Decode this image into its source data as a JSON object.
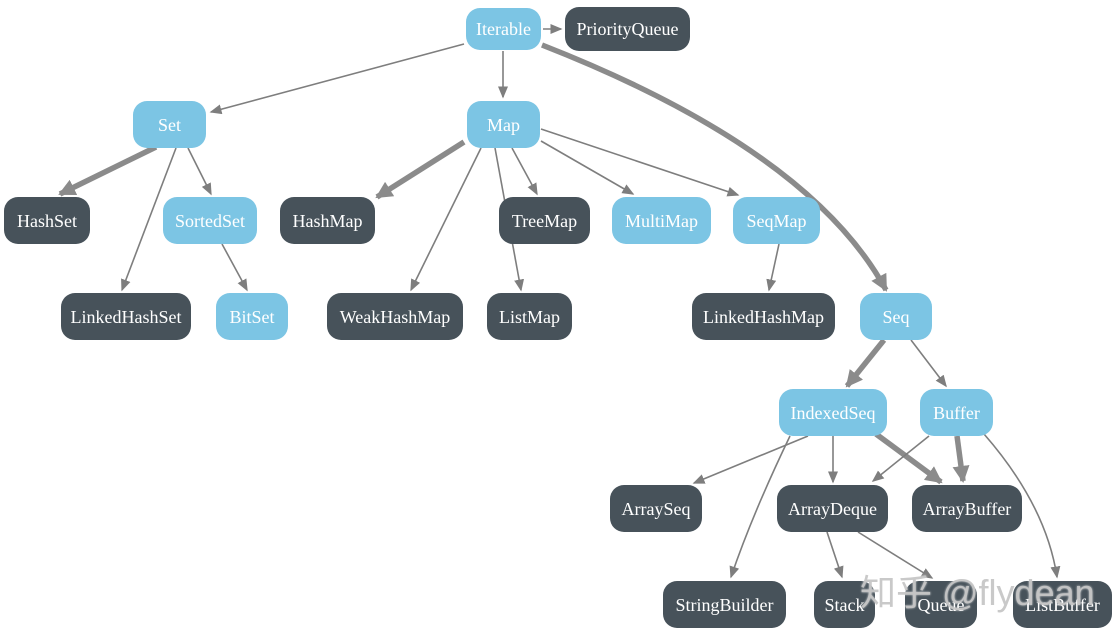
{
  "diagram": {
    "watermark": "知乎 @flydean",
    "colors": {
      "primary": "#7cc5e4",
      "dark": "#47525a",
      "edge": "#7e7e7e",
      "edge_thick": "#8b8b8b",
      "text": "#ffffff",
      "watermark": "#c4c4c4"
    },
    "nodes": [
      {
        "id": "Iterable",
        "label": "Iterable",
        "style": "primary"
      },
      {
        "id": "PriorityQueue",
        "label": "PriorityQueue",
        "style": "dark"
      },
      {
        "id": "Set",
        "label": "Set",
        "style": "primary"
      },
      {
        "id": "Map",
        "label": "Map",
        "style": "primary"
      },
      {
        "id": "HashSet",
        "label": "HashSet",
        "style": "dark"
      },
      {
        "id": "SortedSet",
        "label": "SortedSet",
        "style": "primary"
      },
      {
        "id": "HashMap",
        "label": "HashMap",
        "style": "dark"
      },
      {
        "id": "TreeMap",
        "label": "TreeMap",
        "style": "dark"
      },
      {
        "id": "MultiMap",
        "label": "MultiMap",
        "style": "primary"
      },
      {
        "id": "SeqMap",
        "label": "SeqMap",
        "style": "primary"
      },
      {
        "id": "LinkedHashSet",
        "label": "LinkedHashSet",
        "style": "dark"
      },
      {
        "id": "BitSet",
        "label": "BitSet",
        "style": "primary"
      },
      {
        "id": "WeakHashMap",
        "label": "WeakHashMap",
        "style": "dark"
      },
      {
        "id": "ListMap",
        "label": "ListMap",
        "style": "dark"
      },
      {
        "id": "LinkedHashMap",
        "label": "LinkedHashMap",
        "style": "dark"
      },
      {
        "id": "Seq",
        "label": "Seq",
        "style": "primary"
      },
      {
        "id": "IndexedSeq",
        "label": "IndexedSeq",
        "style": "primary"
      },
      {
        "id": "Buffer",
        "label": "Buffer",
        "style": "primary"
      },
      {
        "id": "ArraySeq",
        "label": "ArraySeq",
        "style": "dark"
      },
      {
        "id": "ArrayDeque",
        "label": "ArrayDeque",
        "style": "dark"
      },
      {
        "id": "ArrayBuffer",
        "label": "ArrayBuffer",
        "style": "dark"
      },
      {
        "id": "StringBuilder",
        "label": "StringBuilder",
        "style": "dark"
      },
      {
        "id": "Stack",
        "label": "Stack",
        "style": "dark"
      },
      {
        "id": "Queue",
        "label": "Queue",
        "style": "dark"
      },
      {
        "id": "ListBuffer",
        "label": "ListBuffer",
        "style": "dark"
      }
    ],
    "edges": [
      {
        "from": "Iterable",
        "to": "PriorityQueue",
        "weight": "thin"
      },
      {
        "from": "Iterable",
        "to": "Set",
        "weight": "thin"
      },
      {
        "from": "Iterable",
        "to": "Map",
        "weight": "thin"
      },
      {
        "from": "Iterable",
        "to": "Seq",
        "weight": "thick"
      },
      {
        "from": "Set",
        "to": "HashSet",
        "weight": "thick"
      },
      {
        "from": "Set",
        "to": "SortedSet",
        "weight": "thin"
      },
      {
        "from": "Set",
        "to": "LinkedHashSet",
        "weight": "thin"
      },
      {
        "from": "SortedSet",
        "to": "BitSet",
        "weight": "thin"
      },
      {
        "from": "Map",
        "to": "HashMap",
        "weight": "thick"
      },
      {
        "from": "Map",
        "to": "TreeMap",
        "weight": "thin"
      },
      {
        "from": "Map",
        "to": "MultiMap",
        "weight": "thin"
      },
      {
        "from": "Map",
        "to": "SeqMap",
        "weight": "thin"
      },
      {
        "from": "Map",
        "to": "WeakHashMap",
        "weight": "thin"
      },
      {
        "from": "Map",
        "to": "ListMap",
        "weight": "thin"
      },
      {
        "from": "SeqMap",
        "to": "LinkedHashMap",
        "weight": "thin"
      },
      {
        "from": "Seq",
        "to": "IndexedSeq",
        "weight": "thick"
      },
      {
        "from": "Seq",
        "to": "Buffer",
        "weight": "thin"
      },
      {
        "from": "IndexedSeq",
        "to": "ArraySeq",
        "weight": "thin"
      },
      {
        "from": "IndexedSeq",
        "to": "ArrayDeque",
        "weight": "thin"
      },
      {
        "from": "IndexedSeq",
        "to": "ArrayBuffer",
        "weight": "thick"
      },
      {
        "from": "IndexedSeq",
        "to": "StringBuilder",
        "weight": "thin"
      },
      {
        "from": "Buffer",
        "to": "ArrayDeque",
        "weight": "thin"
      },
      {
        "from": "Buffer",
        "to": "ArrayBuffer",
        "weight": "thick"
      },
      {
        "from": "Buffer",
        "to": "ListBuffer",
        "weight": "thin"
      },
      {
        "from": "ArrayDeque",
        "to": "Stack",
        "weight": "thin"
      },
      {
        "from": "ArrayDeque",
        "to": "Queue",
        "weight": "thin"
      }
    ]
  }
}
